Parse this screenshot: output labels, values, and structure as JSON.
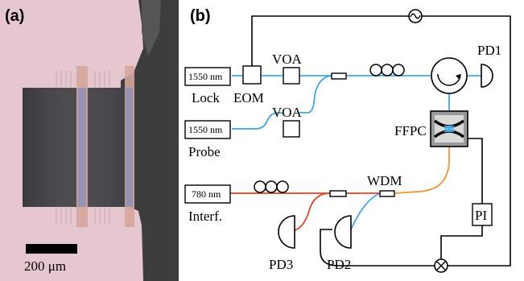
{
  "panels": {
    "a": "(a)",
    "b": "(b)"
  },
  "scale_bar": {
    "label": "200 μm"
  },
  "lasers": {
    "lock": {
      "box": "1550 nm",
      "label": "Lock"
    },
    "probe": {
      "box": "1550 nm",
      "label": "Probe"
    },
    "interf": {
      "box": "780 nm",
      "label": "Interf."
    }
  },
  "components": {
    "eom": "EOM",
    "voa_top": "VOA",
    "voa_bottom": "VOA",
    "ffpc": "FFPC",
    "wdm": "WDM",
    "pi": "PI",
    "pd1": "PD1",
    "pd2": "PD2",
    "pd3": "PD3"
  },
  "colors": {
    "fiber_1550": "#3fa9df",
    "fiber_780": "#e0441e",
    "fiber_mixed": "#f0962c",
    "electrical": "#000000",
    "micrograph_bg": "#e7c7cf"
  }
}
